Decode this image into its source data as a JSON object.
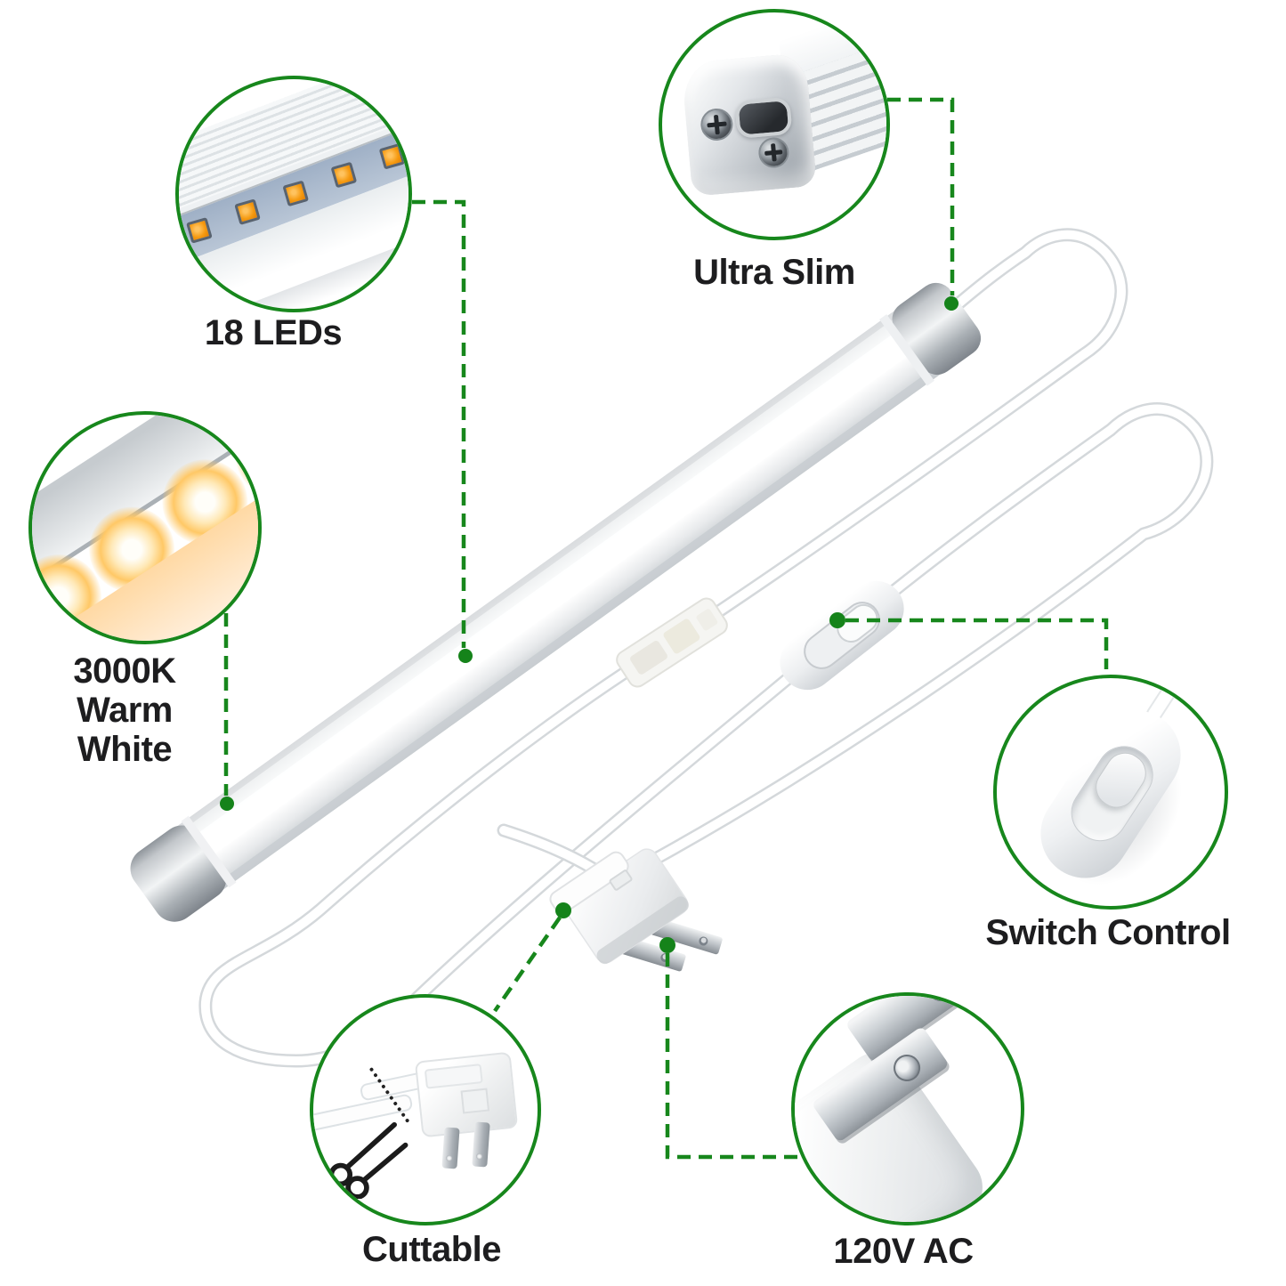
{
  "title": "LED light bar feature infographic",
  "colors": {
    "accent_green": "#17871c",
    "label_text": "#1d1d1f",
    "background": "#ffffff",
    "led_orange": "#f5990f",
    "warm_glow": "#ffc866",
    "metal_silver": "#c6ccd1"
  },
  "product": {
    "light_bar": "LED light bar with silver end caps",
    "power_cord": "white looped power cord",
    "inline_connector": "inline quick connector",
    "inline_switch": "inline rocker switch",
    "power_plug": "two-prong power plug"
  },
  "callouts": [
    {
      "id": "18-leds",
      "label": "18 LEDs"
    },
    {
      "id": "ultra-slim",
      "label": "Ultra Slim"
    },
    {
      "id": "warm-white",
      "label": "3000K Warm White"
    },
    {
      "id": "switch-control",
      "label": "Switch Control"
    },
    {
      "id": "cuttable",
      "label": "Cuttable"
    },
    {
      "id": "120v-ac",
      "label": "120V AC"
    }
  ]
}
